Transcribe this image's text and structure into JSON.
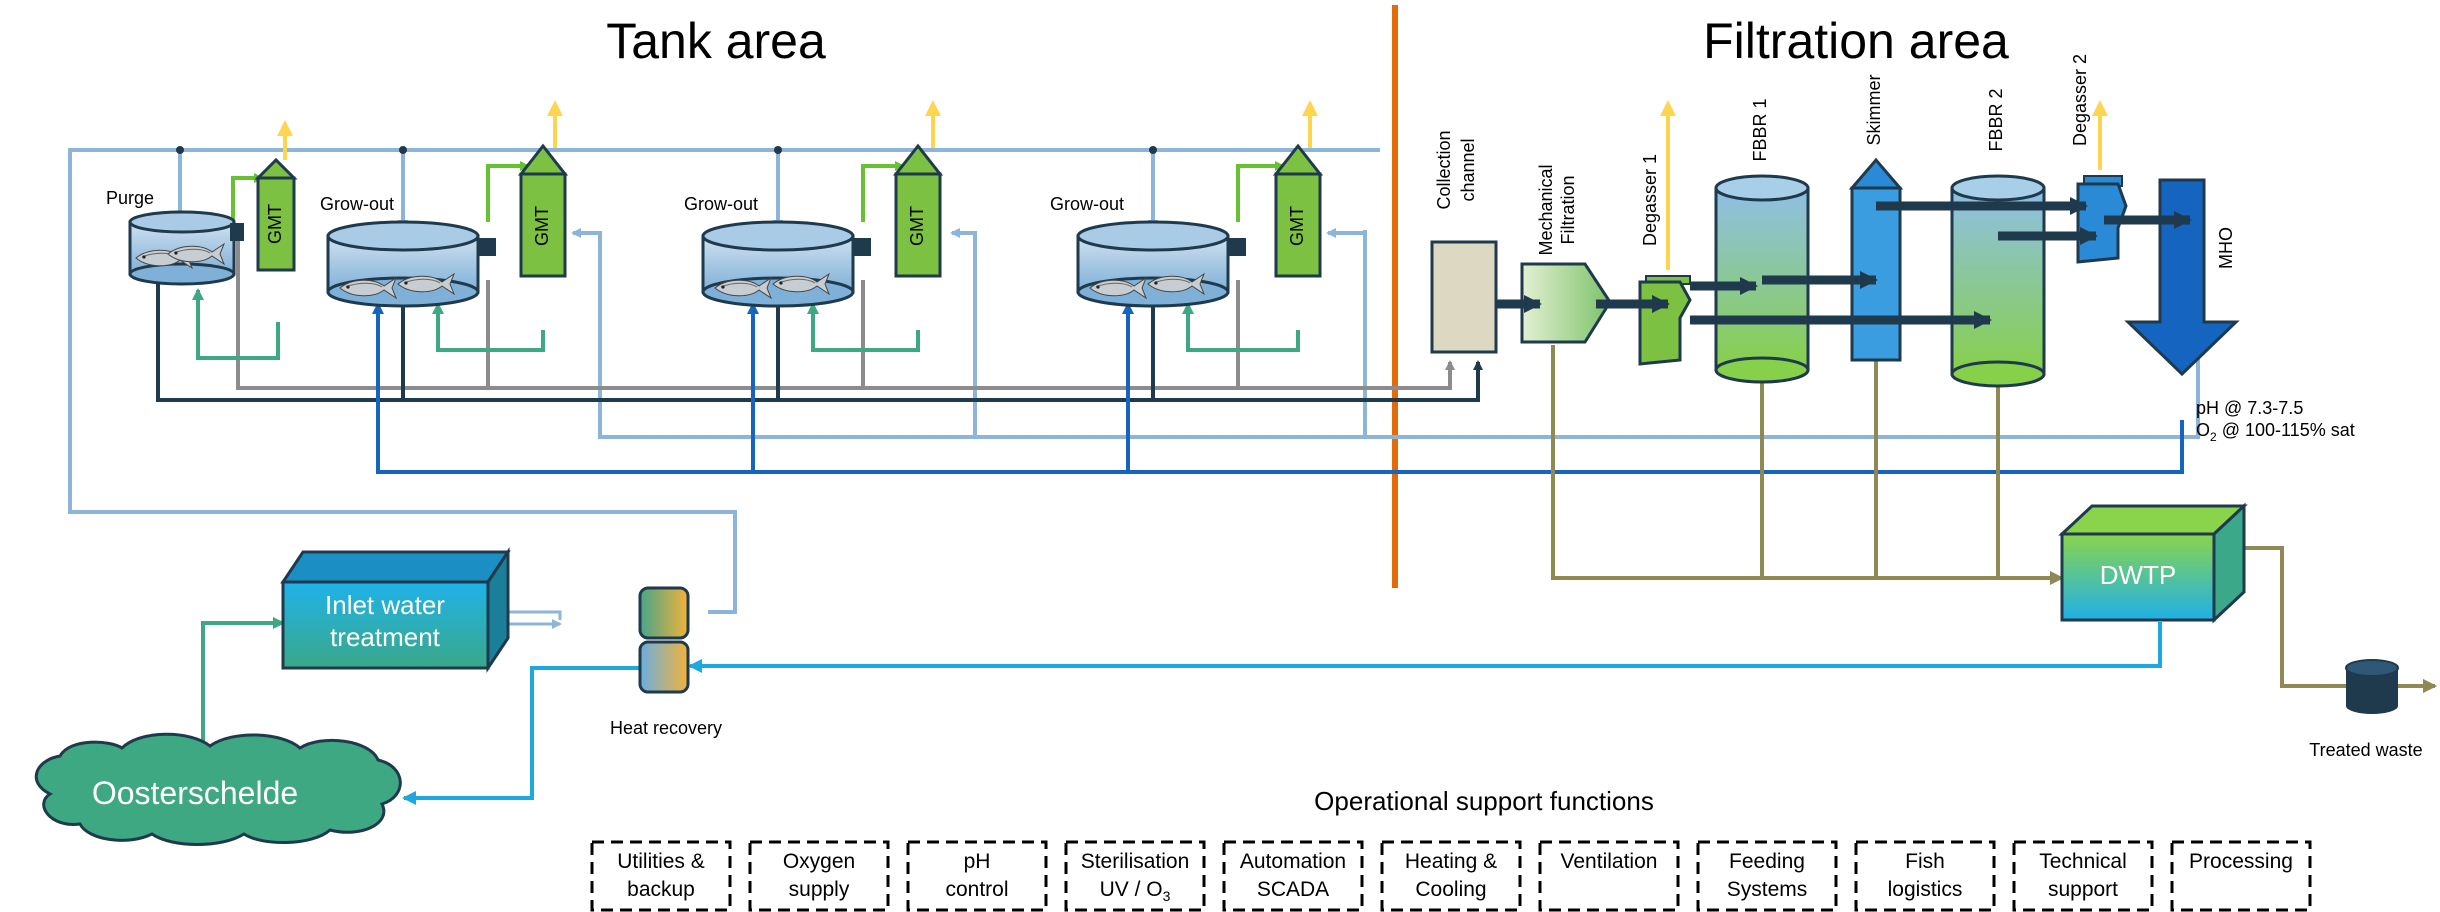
{
  "areas": {
    "tank": "Tank area",
    "filtration": "Filtration area"
  },
  "tank_units": [
    {
      "label": "Purge",
      "gmt": "GMT"
    },
    {
      "label": "Grow-out",
      "gmt": "GMT"
    },
    {
      "label": "Grow-out",
      "gmt": "GMT"
    },
    {
      "label": "Grow-out",
      "gmt": "GMT"
    }
  ],
  "filtration": {
    "collection_channel": [
      "Collection",
      "channel"
    ],
    "mechanical_filtration": [
      "Mechanical",
      "Filtration"
    ],
    "degasser1": "Degasser 1",
    "fbbr1": "FBBR 1",
    "skimmer": "Skimmer",
    "fbbr2": "FBBR 2",
    "degasser2": "Degasser 2",
    "mho": "MHO"
  },
  "water_quality": {
    "ph": "pH @ 7.3-7.5",
    "o2_prefix": "O",
    "o2_sub": "2",
    "o2_suffix": " @ 100-115% sat"
  },
  "inlet_treatment": [
    "Inlet water",
    "treatment"
  ],
  "heat_recovery": "Heat recovery",
  "source": "Oosterschelde",
  "dwtp": "DWTP",
  "treated_waste": "Treated waste",
  "support": {
    "title": "Operational support functions",
    "items": [
      {
        "line1": "Utilities &",
        "line2": "backup"
      },
      {
        "line1": "Oxygen",
        "line2": "supply"
      },
      {
        "line1": "pH",
        "line2": "control"
      },
      {
        "line1": "Sterilisation",
        "line2": "UV / O",
        "sub": "3"
      },
      {
        "line1": "Automation",
        "line2": "SCADA"
      },
      {
        "line1": "Heating &",
        "line2": "Cooling"
      },
      {
        "line1": "Ventilation",
        "line2": ""
      },
      {
        "line1": "Feeding",
        "line2": "Systems"
      },
      {
        "line1": "Fish",
        "line2": "logistics"
      },
      {
        "line1": "Technical",
        "line2": "support"
      },
      {
        "line1": "Processing",
        "line2": ""
      }
    ]
  },
  "colors": {
    "divider": "#E36C0A",
    "light_blue": "#8DB4D9",
    "dark_navy": "#1F3A4D",
    "mid_blue": "#1565C0",
    "sea_green": "#3DA882",
    "green": "#66C133",
    "yellow": "#FFD54F",
    "olive": "#8F8A55",
    "grey": "#8C8C8C",
    "cyan": "#1FA8E0"
  }
}
